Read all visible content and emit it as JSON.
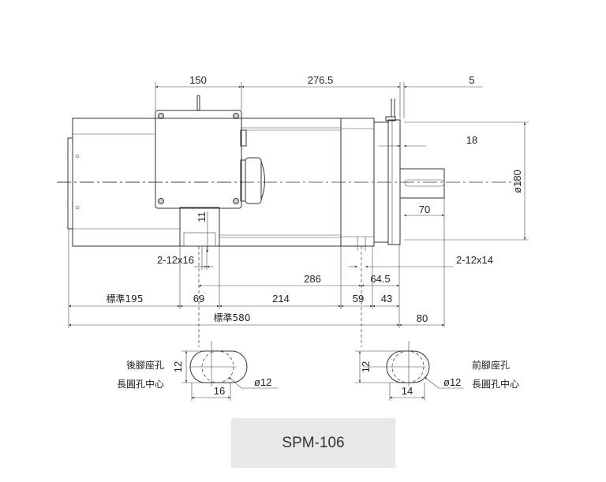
{
  "dimensions": {
    "top_150": "150",
    "top_276_5": "276.5",
    "top_5": "5",
    "d18": "18",
    "d180": "ø180",
    "d70": "70",
    "d11": "11",
    "rear_hole": "2-12x16",
    "front_hole": "2-12x14",
    "d286": "286",
    "d64_5": "64.5",
    "std195": "標準195",
    "d69": "69",
    "d214": "214",
    "d59": "59",
    "d43": "43",
    "std580": "標準580",
    "d80": "80"
  },
  "rear_slot": {
    "label_line1": "後腳座孔",
    "label_line2": "長圓孔中心",
    "height": "12",
    "width": "16",
    "diameter": "ø12"
  },
  "front_slot": {
    "label_line1": "前腳座孔",
    "label_line2": "長圓孔中心",
    "height": "12",
    "width": "14",
    "diameter": "ø12"
  },
  "model": "SPM-106"
}
